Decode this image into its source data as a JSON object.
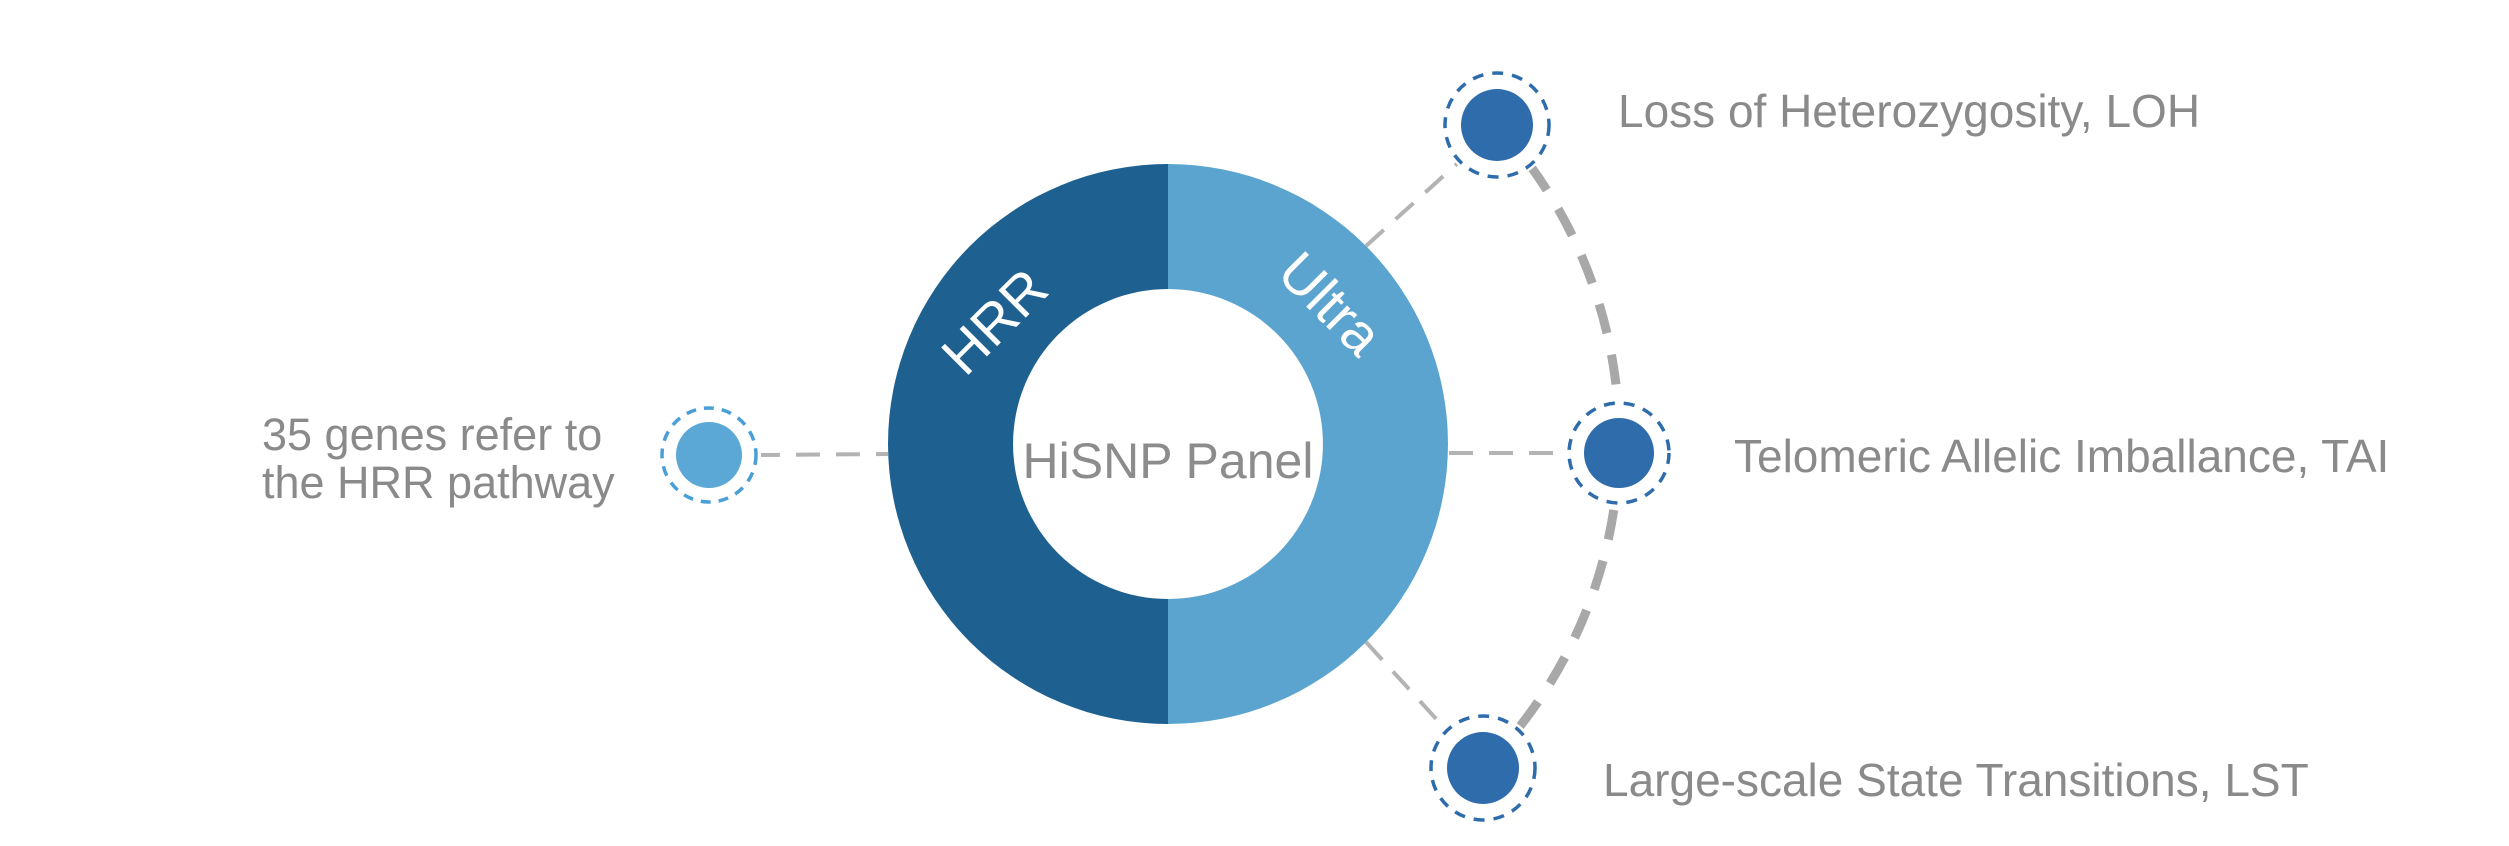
{
  "donut": {
    "center_label": "HiSNP Panel",
    "left_segment_label": "HRR",
    "right_segment_label": "Ultra"
  },
  "left_note": {
    "line1": "35 genes refer to",
    "line2": "the HRR pathway"
  },
  "hrd_markers": [
    {
      "label": "Loss of Heterozygosity, LOH"
    },
    {
      "label": "Telomeric Allelic Imballance, TAI"
    },
    {
      "label": "Large-scale State Transitions, LST"
    }
  ],
  "chart_data": {
    "type": "pie",
    "title": "HiSNP Panel",
    "categories": [
      "HRR",
      "Ultra"
    ],
    "values": [
      50,
      50
    ],
    "legend_position": "on-slice",
    "donut": true
  },
  "colors": {
    "hrr_dark_blue": "#1E6191",
    "ultra_light_blue": "#5BA4CF",
    "node_blue": "#2E6CAB",
    "node_ring_blue": "#2E6CAB",
    "left_node_blue": "#5BA8D6",
    "left_node_ring_blue": "#4A9FD6",
    "connector_gray": "#B3B3B3",
    "arc_gray": "#A8A8A8",
    "text_gray": "#8A8A8A",
    "center_text_gray": "#8C8C8C",
    "segment_label_white": "#FFFFFF",
    "mask_white": "#FFFFFF"
  }
}
